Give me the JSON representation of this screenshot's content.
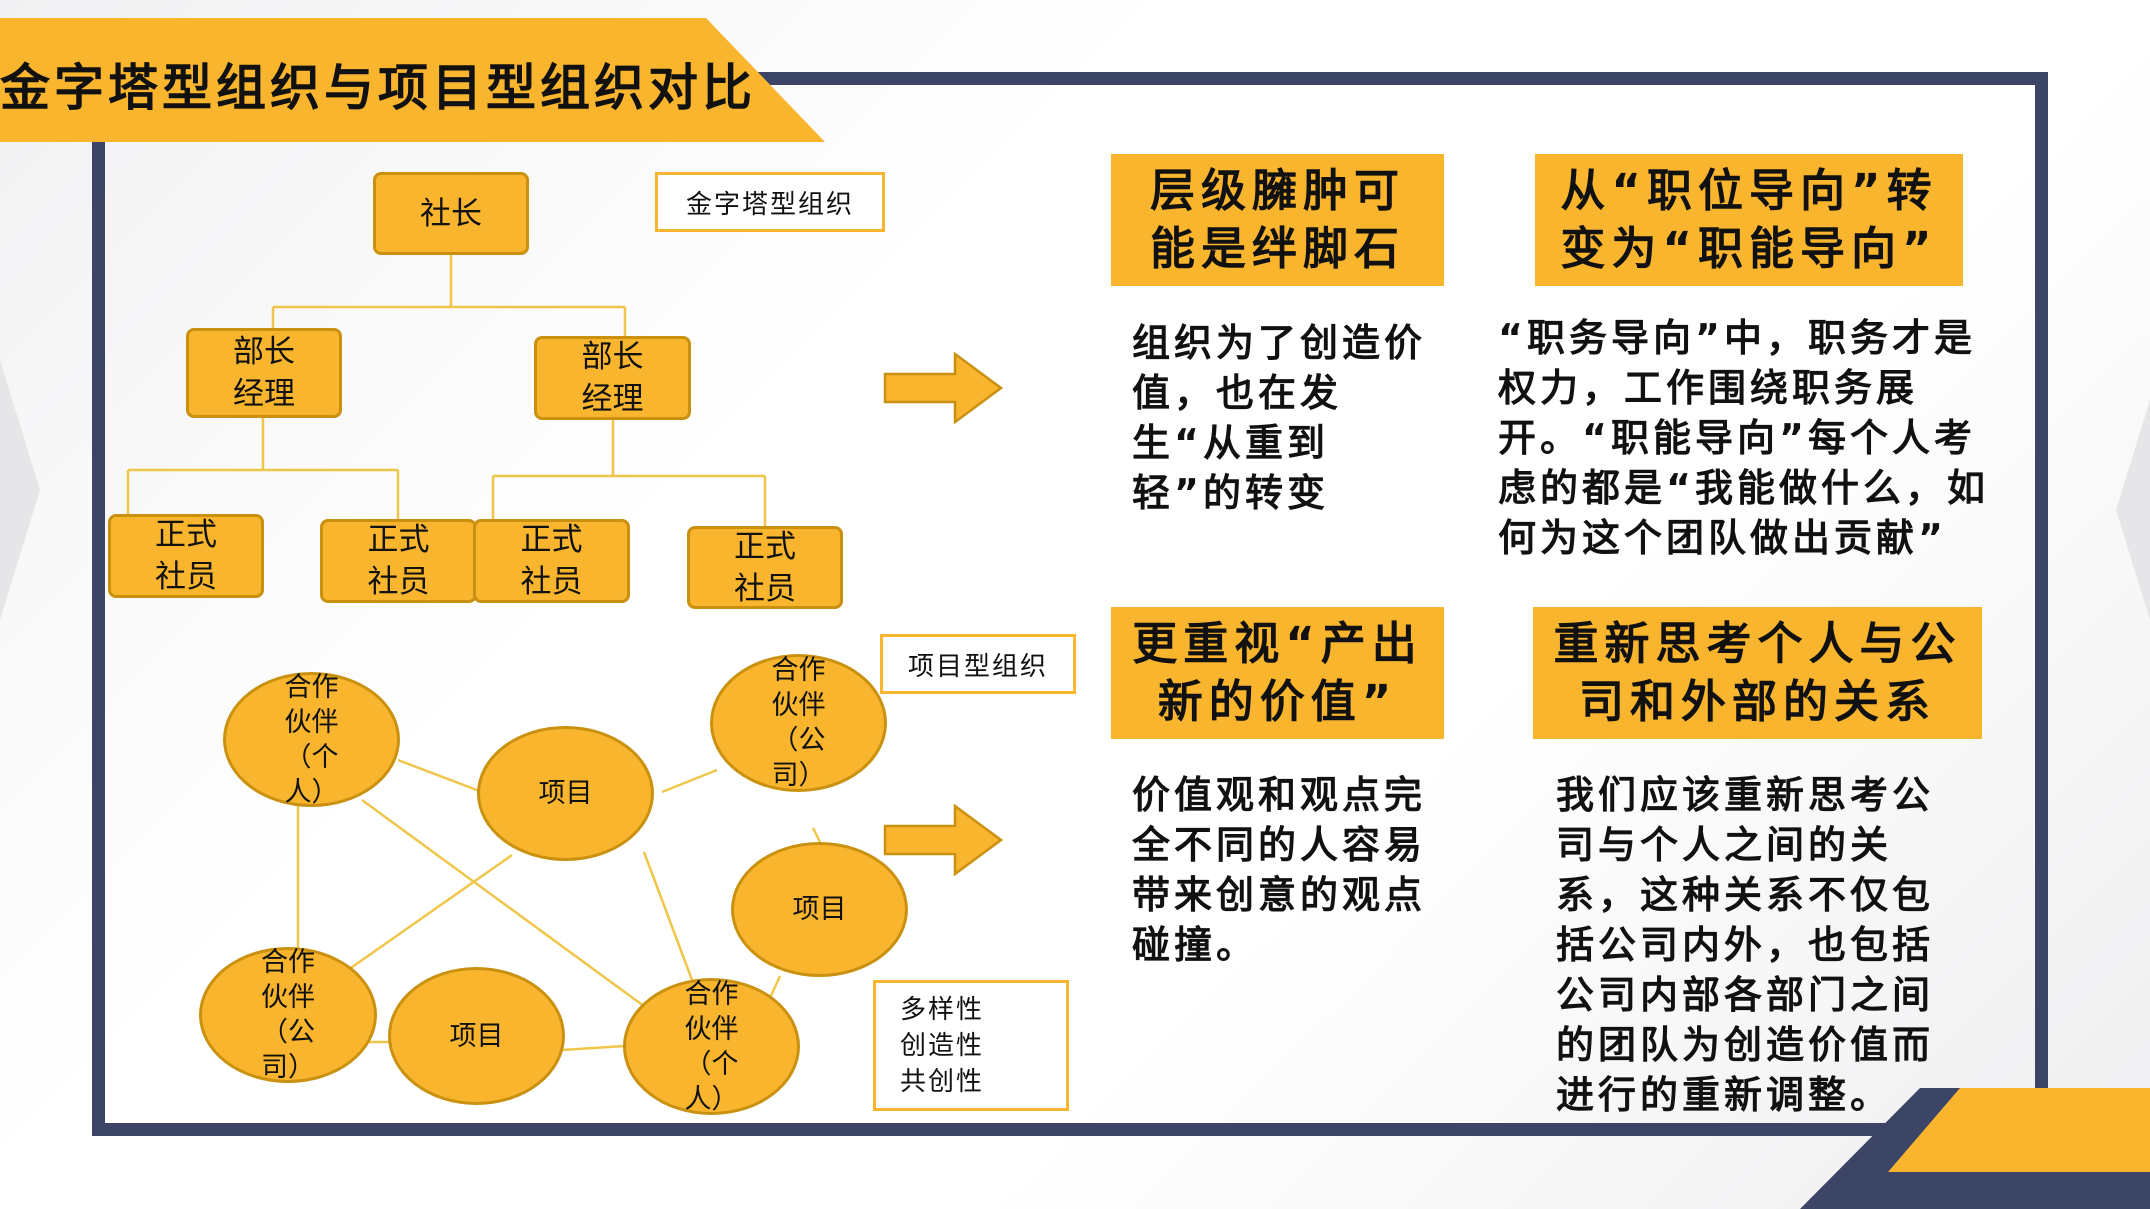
{
  "title": "金字塔型组织与项目型组织对比",
  "pyramid": {
    "legend": "金字塔型组织",
    "president": "社长",
    "manager_left": "部长\n经理",
    "manager_right": "部长\n经理",
    "member_1": "正式\n社员",
    "member_2": "正式\n社员",
    "member_3": "正式\n社员",
    "member_4": "正式\n社员"
  },
  "project_org": {
    "legend": "项目型组织",
    "partner_personal_top": "合作伙伴（个人）",
    "partner_company_top": "合作伙伴（公司）",
    "project_center": "项目",
    "project_right": "项目",
    "project_bottom": "项目",
    "partner_company_bottom": "合作伙伴（公司）",
    "partner_personal_bottom": "合作伙伴（个人）",
    "traits": [
      "多样性",
      "创造性",
      "共创性"
    ]
  },
  "cards": [
    {
      "heading": "层级臃肿可能是绊脚石",
      "body": "组织为了创造价值，也在发生“从重到轻”的转变"
    },
    {
      "heading": "从“职位导向”转变为“职能导向”",
      "body": "“职务导向”中，职务才是权力，工作围绕职务展开。“职能导向”每个人考虑的都是“我能做什么，如何为这个团队做出贡献”"
    },
    {
      "heading": "更重视“产出新的价值”",
      "body": "价值观和观点完全不同的人容易带来创意的观点碰撞。"
    },
    {
      "heading": "重新思考个人与公司和外部的关系",
      "body": "我们应该重新思考公司与个人之间的关系，这种关系不仅包括公司内外，也包括公司内部各部门之间的团队为创造价值而进行的重新调整。"
    }
  ],
  "colors": {
    "accent": "#f9b52d",
    "frame": "#3c4565",
    "line": "#f0c64a"
  },
  "icons": {
    "arrow": "right-arrow-icon"
  }
}
